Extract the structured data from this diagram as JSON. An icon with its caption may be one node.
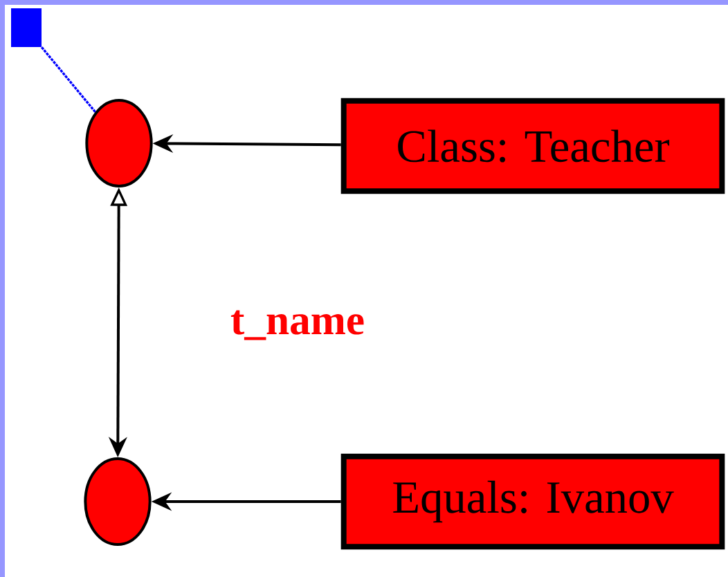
{
  "diagram": {
    "nodes": [
      {
        "text": [],
        "shape": "box"
      },
      {
        "text": [],
        "shape": "circle"
      },
      {
        "text": [
          "Class: Teacher"
        ]
      },
      {
        "text": [],
        "shape": "circle"
      },
      {
        "text": [
          "Equals: Ivanov"
        ]
      }
    ],
    "edges": [
      {
        "from": 0,
        "to": 1,
        "arrow": "none",
        "style": "dashed",
        "color": "#0000ff"
      },
      {
        "from": 2,
        "to": 1,
        "arrow": "to"
      },
      {
        "from": 1,
        "to": 3,
        "arrow": "both",
        "label": "t_name"
      },
      {
        "from": 4,
        "to": 3,
        "arrow": "to"
      }
    ]
  }
}
